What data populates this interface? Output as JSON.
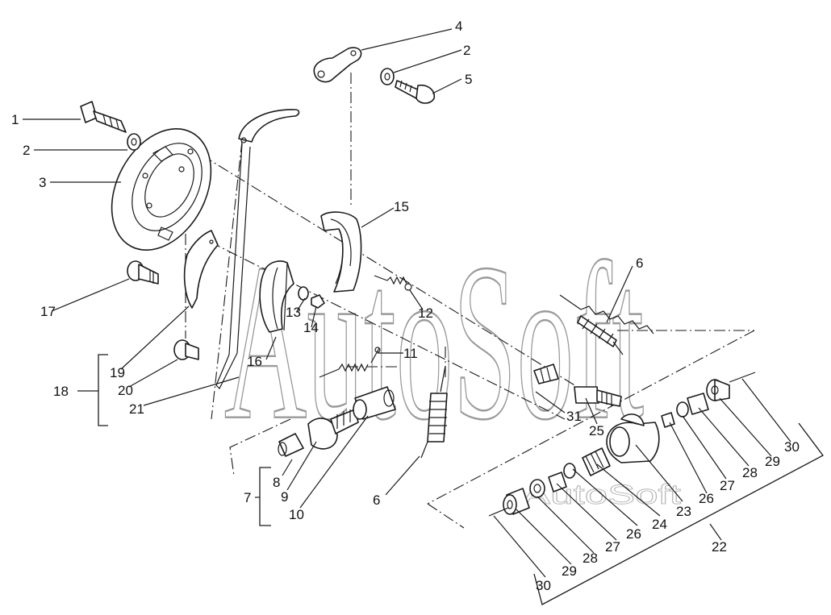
{
  "diagram": {
    "watermark": "AutoSoft",
    "callouts": {
      "c1": "1",
      "c2a": "2",
      "c2b": "2",
      "c3": "3",
      "c4": "4",
      "c5": "5",
      "c6a": "6",
      "c6b": "6",
      "c7": "7",
      "c8": "8",
      "c9": "9",
      "c10": "10",
      "c11": "11",
      "c12": "12",
      "c13": "13",
      "c14": "14",
      "c15": "15",
      "c16": "16",
      "c17": "17",
      "c18": "18",
      "c19": "19",
      "c20": "20",
      "c21": "21",
      "c22": "22",
      "c23": "23",
      "c24": "24",
      "c25": "25",
      "c26a": "26",
      "c26b": "26",
      "c27a": "27",
      "c27b": "27",
      "c28a": "28",
      "c28b": "28",
      "c29a": "29",
      "c29b": "29",
      "c30a": "30",
      "c30b": "30",
      "c31": "31"
    }
  }
}
